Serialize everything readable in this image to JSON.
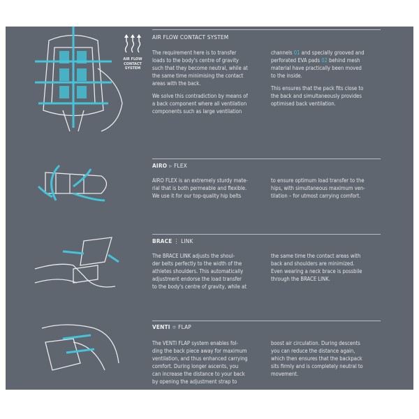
{
  "sections": [
    {
      "title_bold": "",
      "title_light": "AIR FLOW CONTACT SYSTEM",
      "badge": [
        "AIR FLOW",
        "CONTACT",
        "SYSTEM"
      ],
      "left": [
        "The requirement here is to transfer",
        "loads to the body's centre of gravity",
        "such that they become neutral, while at",
        "the same time minimising the contact",
        "areas with the back.",
        "",
        "We solve this contradiction by means of",
        "a back component where all ventilation",
        "components such as large ventilation"
      ],
      "right_pre": "channels ",
      "right_hl1": "01",
      "right_mid": " and specially grooved and",
      "right_l2a": "perforated EVA pads ",
      "right_hl2": "02",
      "right_l2b": " behind mesh",
      "right": [
        "material have practically been moved",
        "to the inside.",
        "",
        "This ensures that the pack fits close to",
        "the back and simultaneously provides",
        "optimised back ventilation."
      ]
    },
    {
      "title_bold": "AIRO",
      "title_light": "FLEX",
      "left": [
        "AIRO FLEX is an extremely sturdy mate-",
        "rial that is both permeable and flexible.",
        "We use it for our top-quality hip belts"
      ],
      "right": [
        "to ensure optimum load transfer to the",
        "hips, with simultaneous maximum ven-",
        "tilation – for utmost carrying comfort."
      ]
    },
    {
      "title_bold": "BRACE",
      "title_light": "LINK",
      "left": [
        "The BRACE LINK adjusts the shoul-",
        "der belts perfectly to the width of the",
        "athletes shoulders. This automatically",
        "adjustment endorse the load transfer",
        "to the body's centre of gravity, while at"
      ],
      "right": [
        "the same time the contact areas with",
        "back and shoulders are minimized.",
        "Even wearing a neck brace is possbile",
        "through the BRACE LINK."
      ]
    },
    {
      "title_bold": "VENTI",
      "title_light": "FLAP",
      "left": [
        "The VENTI FLAP system enables fol-",
        "ding the back piece away for maximum",
        "ventilation, and thus enhanced carrying",
        "comfort. During longer ascents, you",
        "can increase the distance to your back",
        "by opening the adjustment strap to"
      ],
      "right": [
        "boost air circulation. During descents",
        "you can reduce the distance again,",
        "which then ensures that the backpack",
        "sits firmly and is completely neutral to",
        "movement."
      ]
    }
  ],
  "colors": {
    "panel": "#60666f",
    "accent": "#43c4d9",
    "text": "#e4e7ea"
  }
}
